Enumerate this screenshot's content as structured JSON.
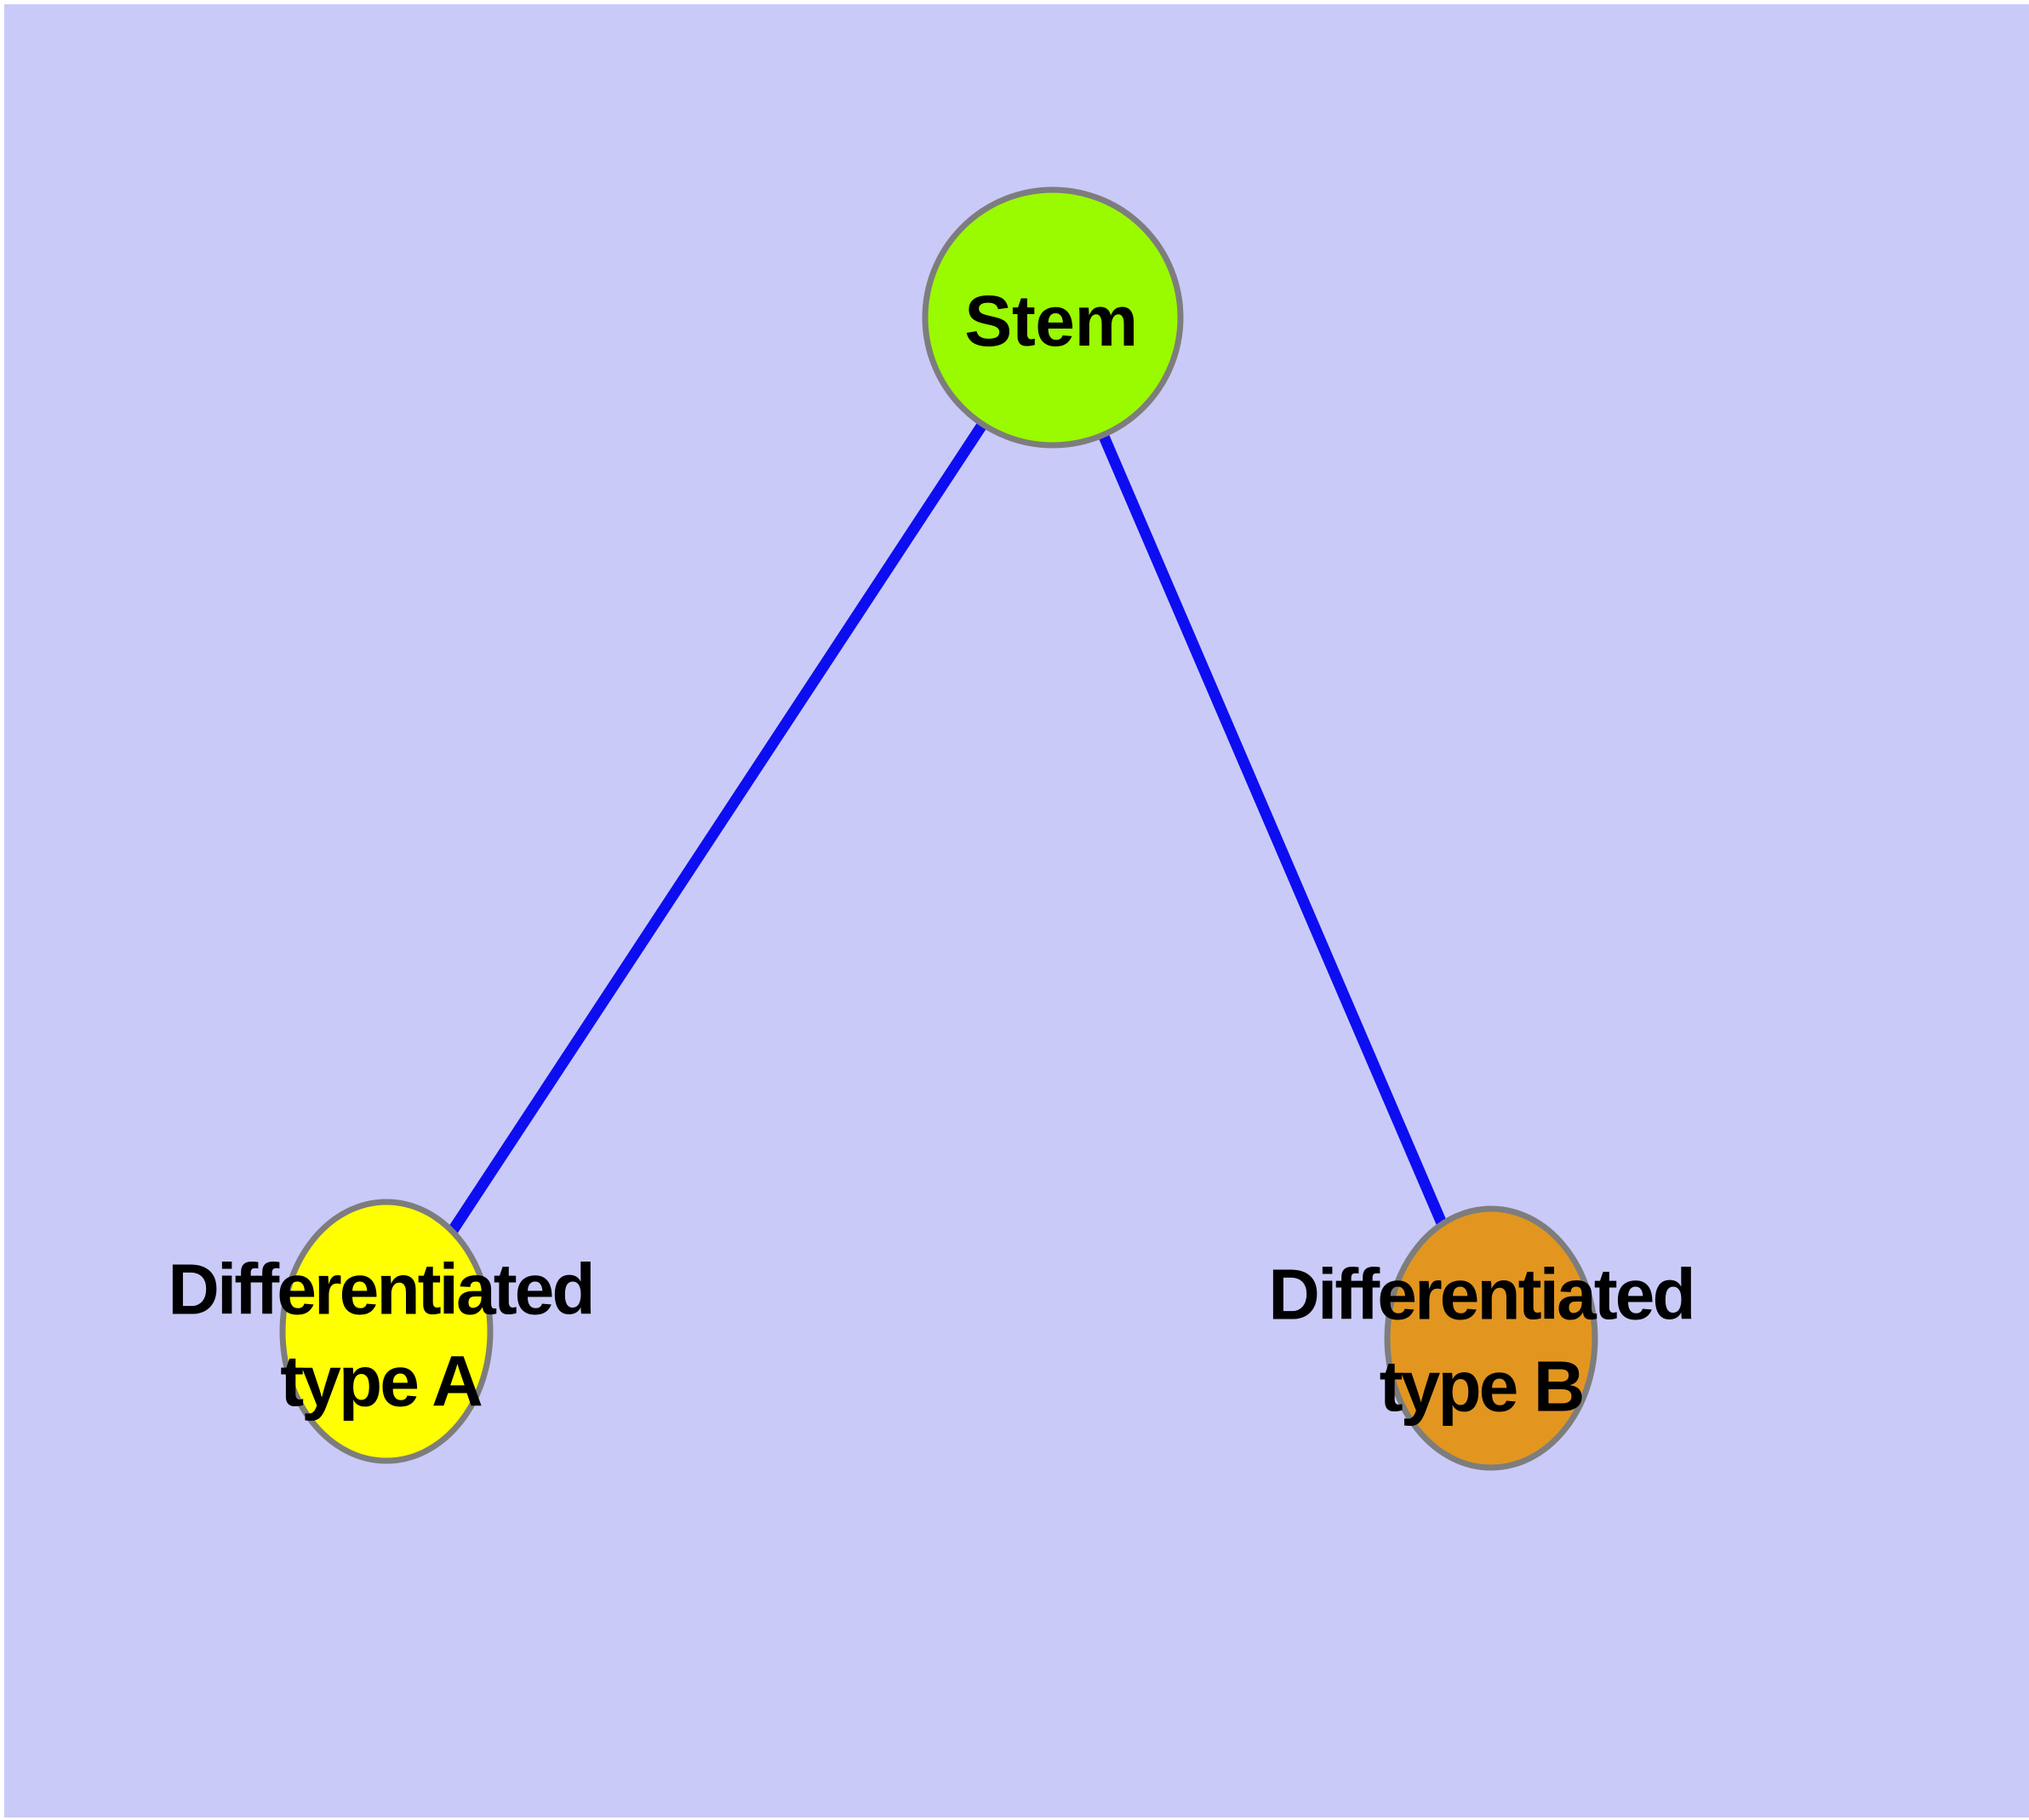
{
  "diagram": {
    "type": "node-link-graph",
    "background_color": "#cacaf8",
    "margin_color": "#ffffff",
    "edge_color": "#0d0df2",
    "node_border_color": "#7d7d7d",
    "label_color": "#000000",
    "nodes": {
      "stem": {
        "label": "Stem",
        "fill": "#9afa00",
        "shape": "circle"
      },
      "type_a": {
        "label": "Differentiated\ntype A",
        "fill": "#ffff00",
        "shape": "ellipse"
      },
      "type_b": {
        "label": "Differentiated\ntype B",
        "fill": "#e29620",
        "shape": "ellipse"
      }
    },
    "edges": [
      {
        "from": "stem",
        "to": "type_a"
      },
      {
        "from": "stem",
        "to": "type_b"
      }
    ]
  }
}
